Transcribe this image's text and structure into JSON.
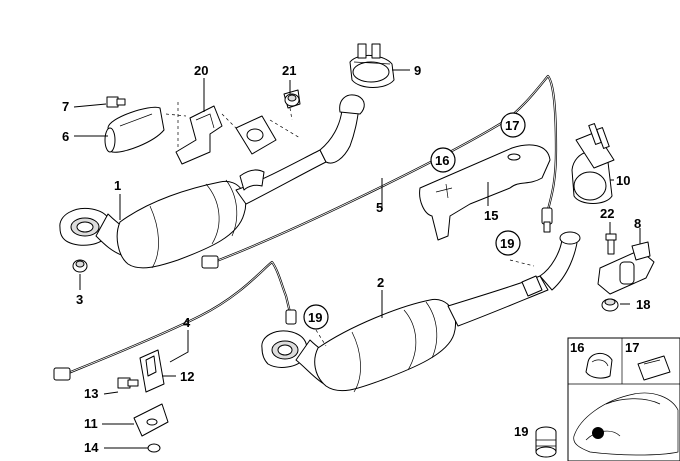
{
  "callouts": {
    "c1": "1",
    "c2": "2",
    "c3": "3",
    "c4": "4",
    "c5": "5",
    "c6": "6",
    "c7": "7",
    "c8": "8",
    "c9": "9",
    "c10": "10",
    "c11": "11",
    "c12": "12",
    "c13": "13",
    "c14": "14",
    "c15": "15",
    "c16": "16",
    "c17": "17",
    "c18": "18",
    "c19a": "19",
    "c19b": "19",
    "c20": "20",
    "c21": "21",
    "c22": "22"
  },
  "inset": {
    "c16": "16",
    "c17": "17",
    "c19": "19"
  }
}
